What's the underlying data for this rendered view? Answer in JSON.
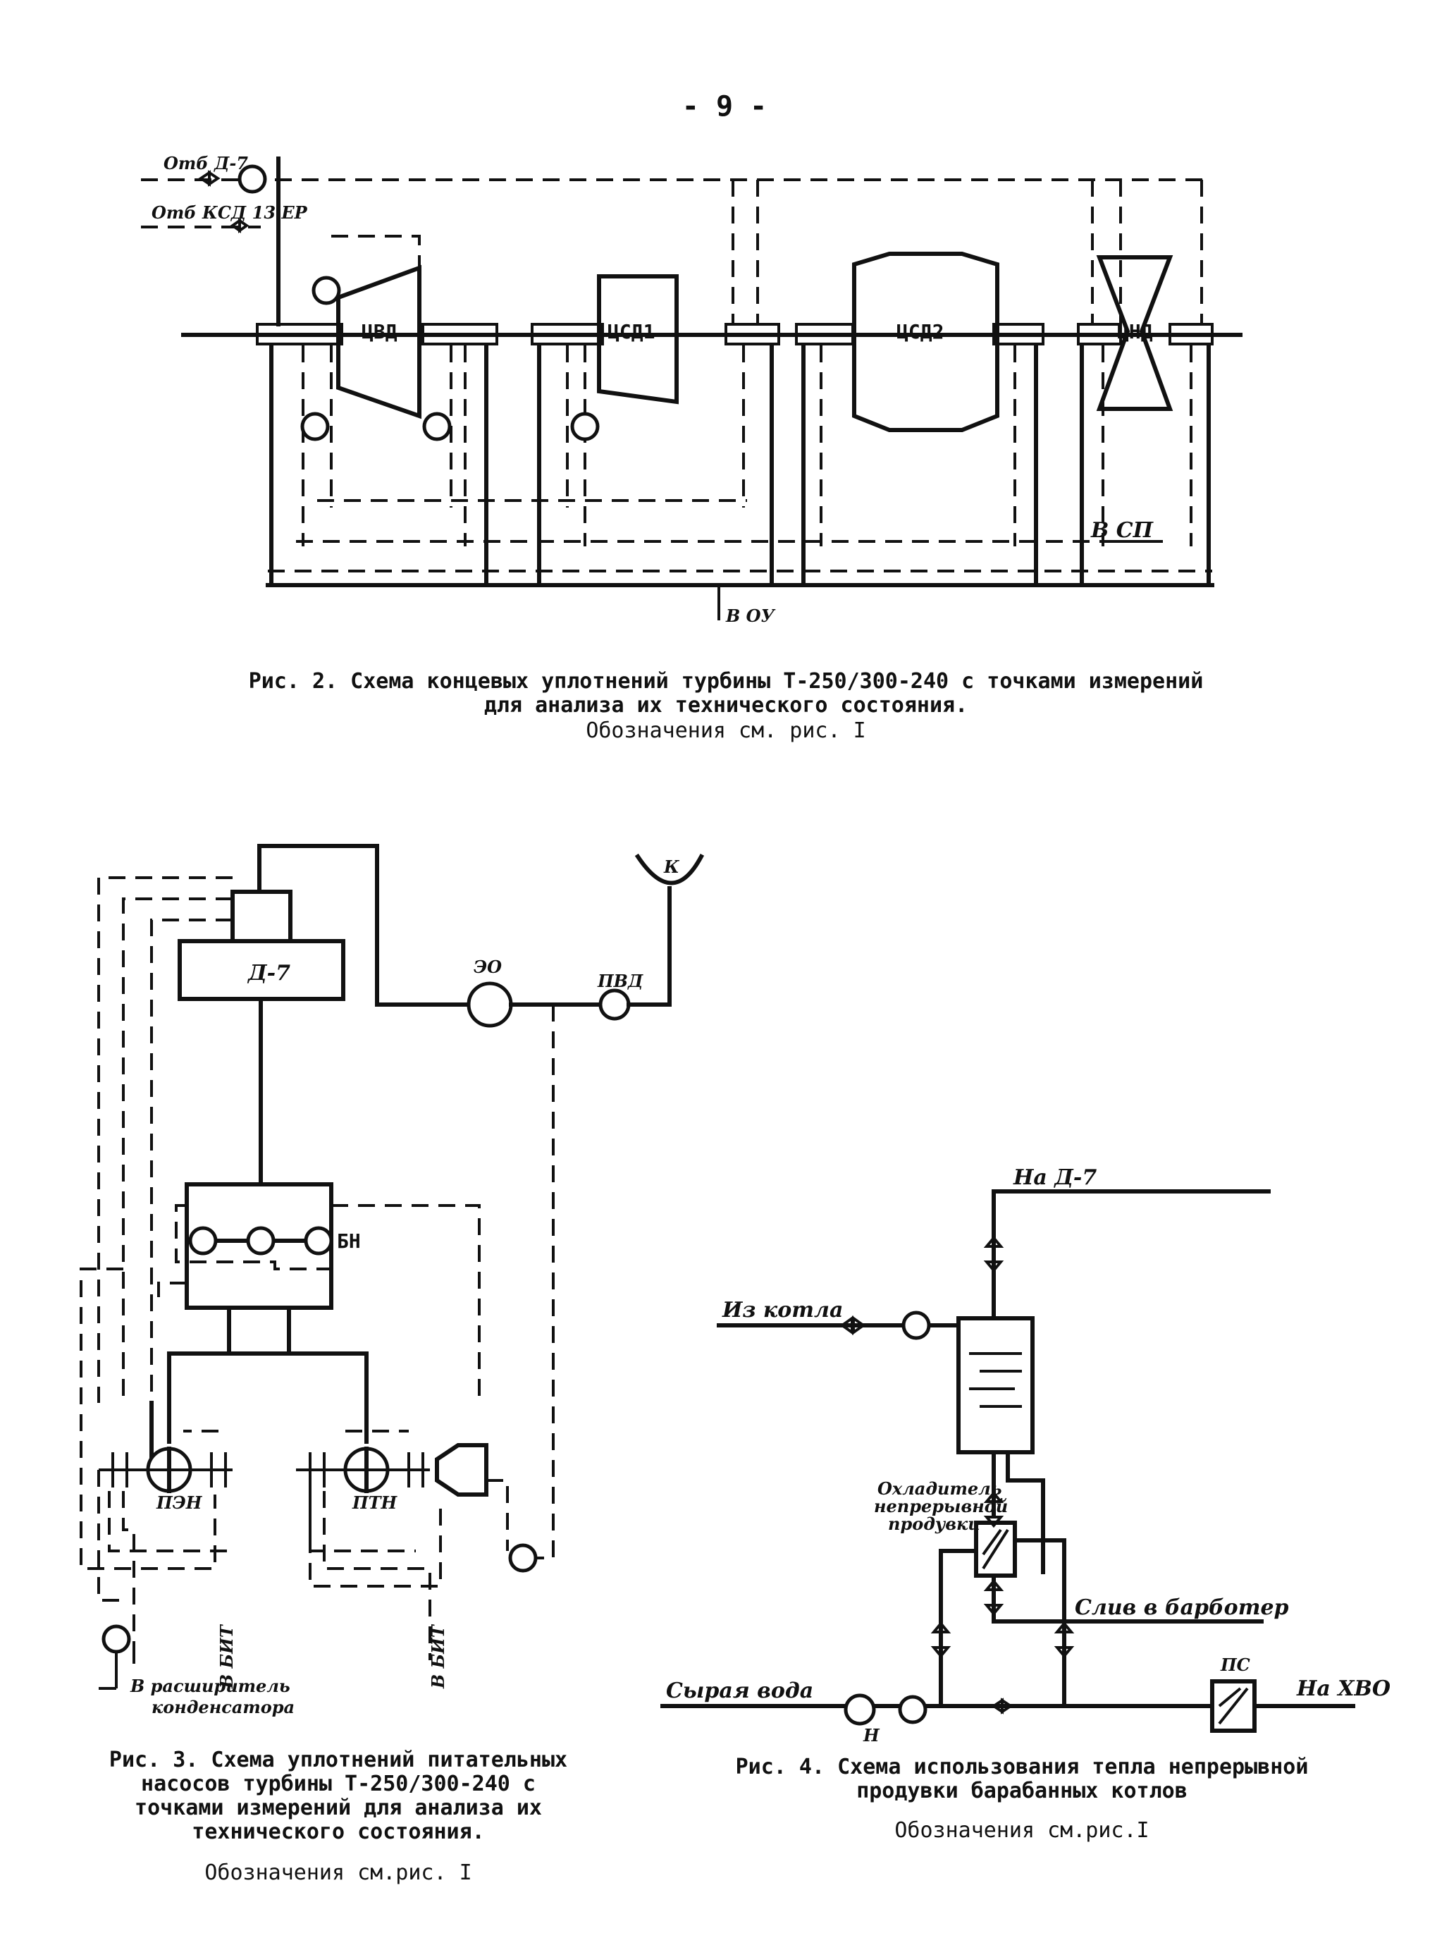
{
  "page_number": "- 9 -",
  "fig2": {
    "caption": "Рис. 2. Схема концевых уплотнений турбины Т-250/300-240 с точками измерений\nдля анализа их технического состояния.",
    "note": "Обозначения см. рис. I",
    "labels": {
      "otb_d7": "Отб Д-7",
      "otb_ksd": "Отб КСД 13 ЕР",
      "cvd": "ЦВД",
      "csd1": "ЦСД1",
      "csd2": "ЦСД2",
      "cnd": "ЦНД",
      "v_sp": "В СП",
      "v_ou": "В ОУ"
    }
  },
  "fig3": {
    "caption": "Рис. 3. Схема уплотнений питательных\nнасосов турбины  Т-250/300-240 с\nточками измерений для анализа их\nтехнического состояния.",
    "note": "Обозначения см.рис. I",
    "labels": {
      "deaerator": "Д-7",
      "eo": "ЭО",
      "pvd": "ПВД",
      "k": "К",
      "bn": "БН",
      "pen": "ПЭН",
      "ptn": "ПТН",
      "v_bit_1": "В БИТ",
      "v_bit_2": "В БИТ",
      "v_rasshiritel": "В расширитель",
      "kondensatora": "конденсатора"
    }
  },
  "fig4": {
    "caption": "Рис. 4. Схема использования тепла непрерывной\nпродувки барабанных котлов",
    "note": "Обозначения см.рис.I",
    "labels": {
      "na_d7": "На Д-7",
      "iz_kotla": "Из котла",
      "cooler_1": "Охладитель",
      "cooler_2": "непрерывной",
      "cooler_3": "продувки",
      "sliv": "Слив в барботер",
      "syraya_voda": "Сырая вода",
      "ps": "ПС",
      "na_hvo": "На ХВО",
      "n": "Н"
    }
  }
}
